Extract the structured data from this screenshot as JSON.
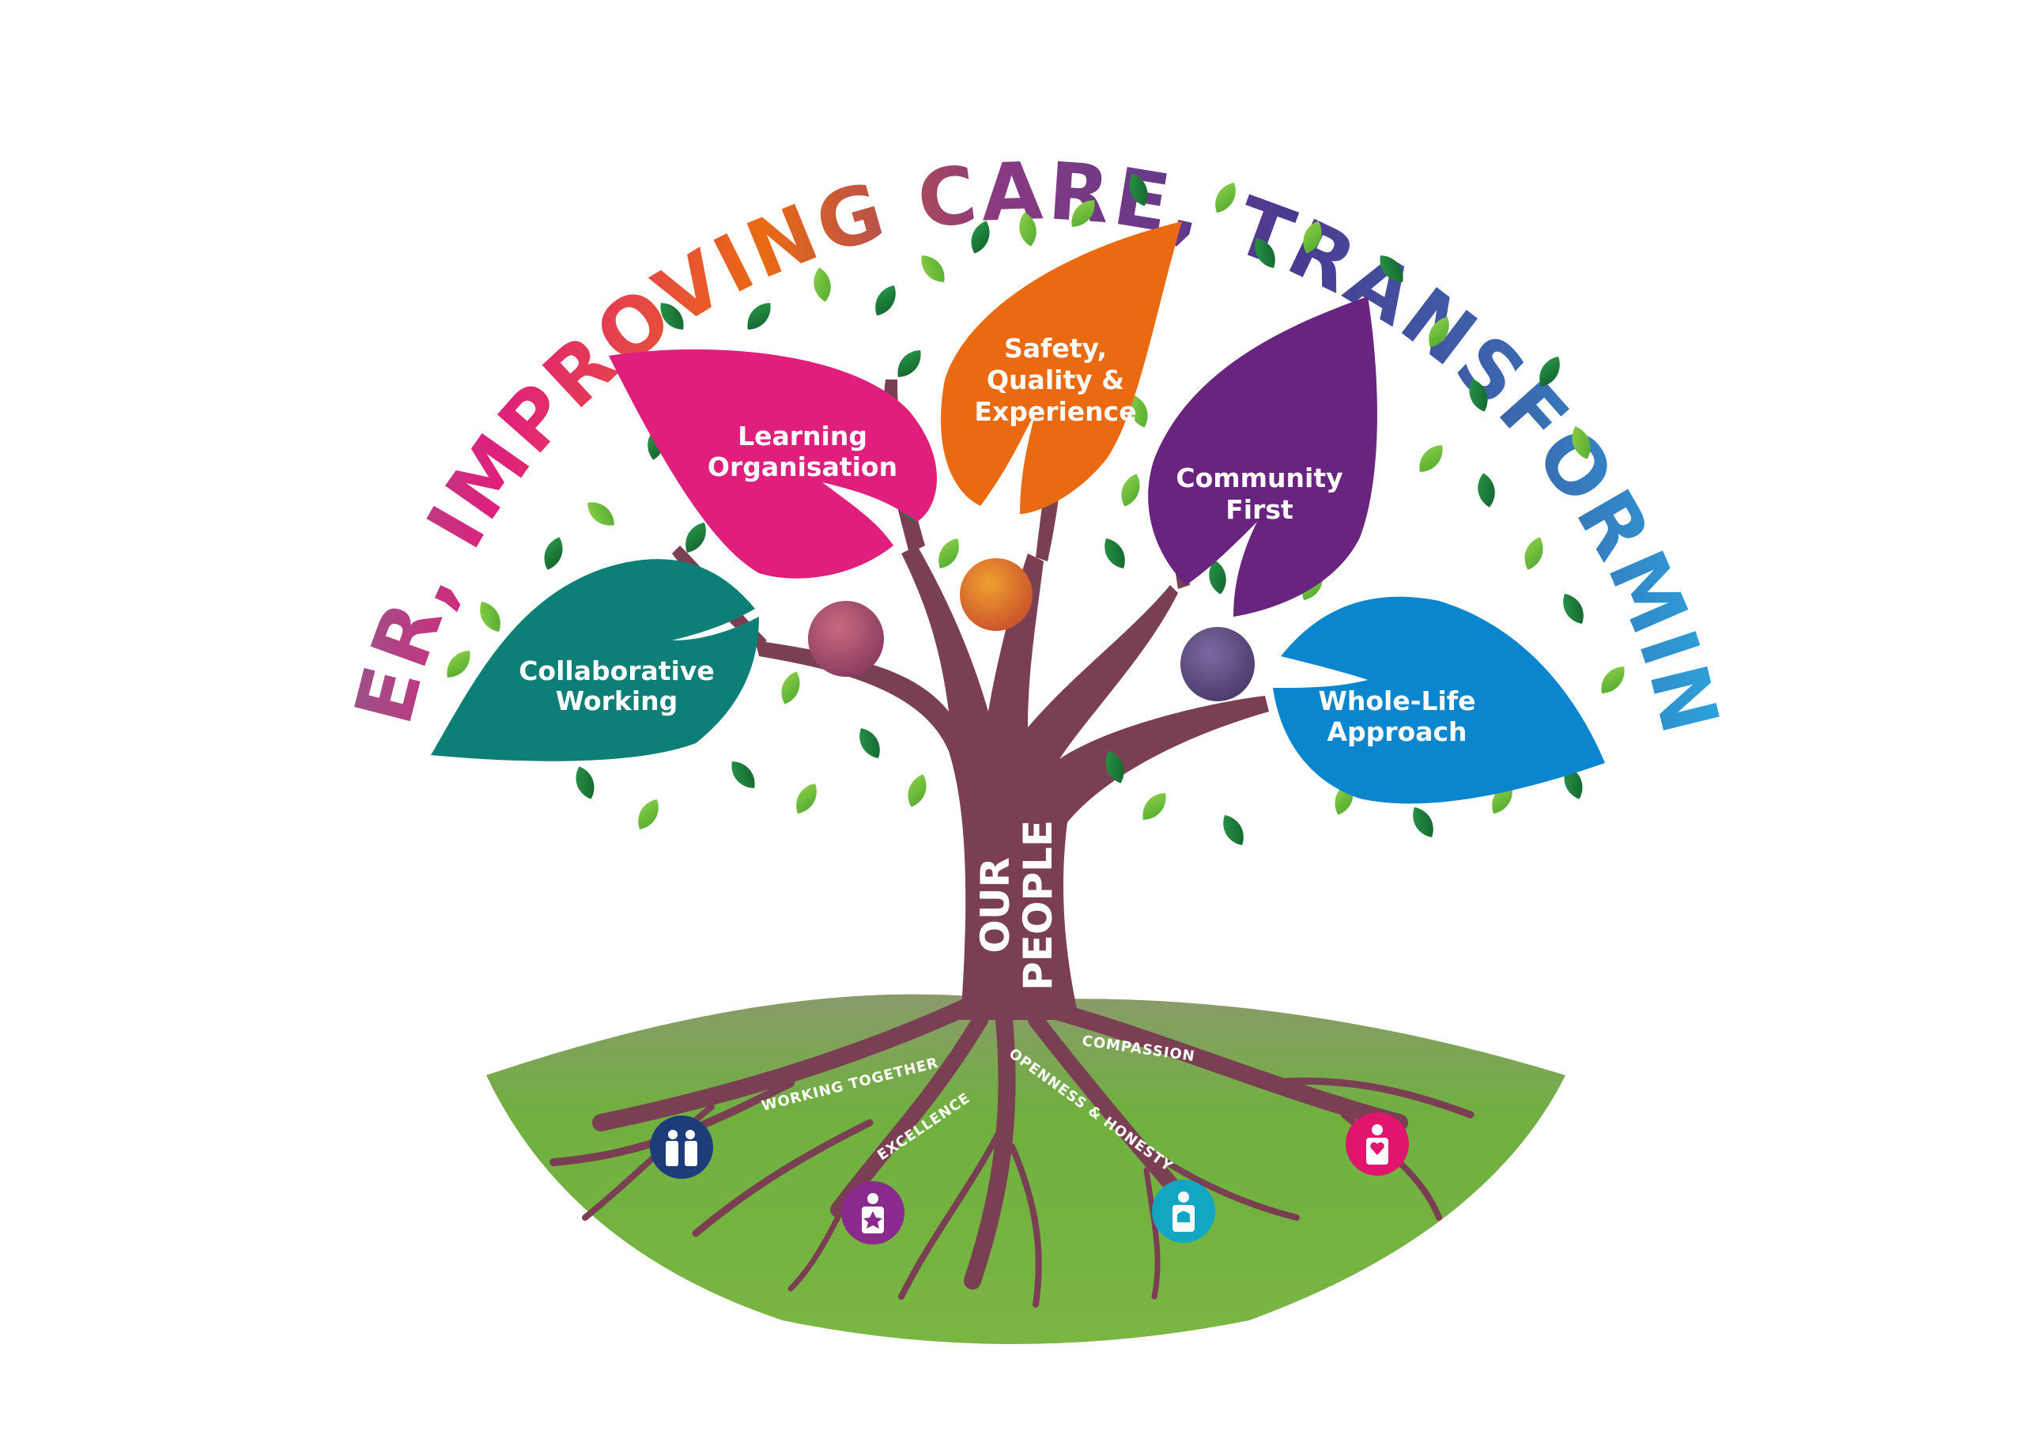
{
  "heading": {
    "text": "TOGETHER, IMPROVING CARE, TRANSFORMING LIVES"
  },
  "trunk": {
    "line1": "OUR",
    "line2": "PEOPLE"
  },
  "leaves": [
    {
      "key": "collaborative",
      "lines": [
        "Collaborative",
        "Working"
      ],
      "color": "#0d7f76"
    },
    {
      "key": "learning",
      "lines": [
        "Learning",
        "Organisation"
      ],
      "color": "#e01f7d"
    },
    {
      "key": "safety",
      "lines": [
        "Safety,",
        "Quality &",
        "Experience"
      ],
      "color": "#ea6a12"
    },
    {
      "key": "community",
      "lines": [
        "Community",
        "First"
      ],
      "color": "#68247f"
    },
    {
      "key": "wholelife",
      "lines": [
        "Whole-Life",
        "Approach"
      ],
      "color": "#0a86cf"
    }
  ],
  "roots": [
    {
      "key": "working-together",
      "label": "WORKING TOGETHER",
      "color": "#1d3d7a",
      "icon": "two-people-icon"
    },
    {
      "key": "excellence",
      "label": "EXCELLENCE",
      "color": "#8a2a8d",
      "icon": "star-person-icon"
    },
    {
      "key": "openness",
      "label": "OPENNESS & HONESTY",
      "color": "#13a6c2",
      "icon": "hand-person-icon"
    },
    {
      "key": "compassion",
      "label": "COMPASSION",
      "color": "#e0156d",
      "icon": "heart-person-icon"
    }
  ],
  "colors": {
    "trunk": "#7a3f52",
    "ground": "#6fb03f",
    "leaf_light": "#7ac143",
    "leaf_dark": "#1e7a3a"
  }
}
